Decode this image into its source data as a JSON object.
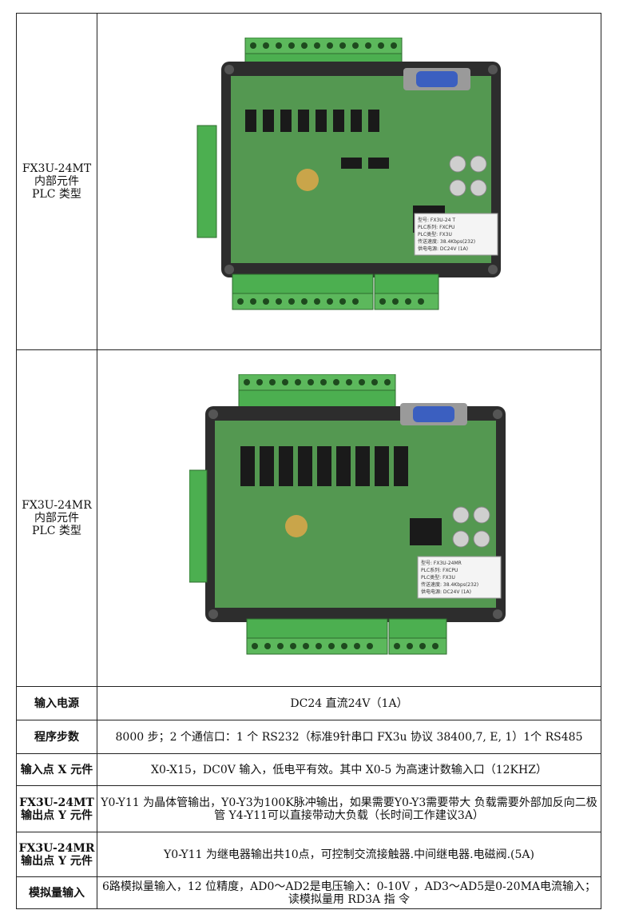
{
  "products": [
    {
      "label_lines": [
        "FX3U-24MT",
        "内部元件",
        "PLC 类型"
      ],
      "sticker": [
        "型号: FX3U-24 T",
        "PLC系列: FXCPU",
        "PLC类型: FX3U",
        "传送速度: 38.4Kbps(232)",
        "供电电源: DC24V (1A)"
      ]
    },
    {
      "label_lines": [
        "FX3U-24MR",
        "内部元件",
        "PLC 类型"
      ],
      "sticker": [
        "型号: FX3U-24MR",
        "PLC系列: FXCPU",
        "PLC类型: FX3U",
        "传送速度: 38.4Kbps(232)",
        "供电电源: DC24V (1A)"
      ]
    }
  ],
  "specs": [
    {
      "label": "输入电源",
      "value": "DC24 直流24V（1A）"
    },
    {
      "label": "程序步数",
      "value": "8000 步；2 个通信口：1 个 RS232（标准9针串口 FX3u 协议 38400,7, E, 1）1个 RS485"
    },
    {
      "label": "输入点 X 元件",
      "value": "X0-X15，DC0V 输入，低电平有效。其中 X0-5 为高速计数输入口（12KHZ）"
    },
    {
      "label": "FX3U-24MT 输出点 Y 元件",
      "value": "Y0-Y11 为晶体管输出，Y0-Y3为100K脉冲输出，如果需要Y0-Y3需要带大 负载需要外部加反向二极管 Y4-Y11可以直接带动大负载（长时间工作建议3A）"
    },
    {
      "label": "FX3U-24MR 输出点 Y 元件",
      "value": "Y0-Y11 为继电器输出共10点，可控制交流接触器.中间继电器.电磁阀.(5A)"
    },
    {
      "label": "模拟量输入",
      "value": "6路模拟量输入，12 位精度，AD0～AD2是电压输入：0-10V ，AD3～AD5是0-20MA电流输入；读模拟量用 RD3A 指 令"
    }
  ],
  "colors": {
    "terminal_green": "#4caf50",
    "pcb_green": "#3d8a3a",
    "db9_blue": "#3b5fc0",
    "case_dark": "#2d2d2d"
  }
}
